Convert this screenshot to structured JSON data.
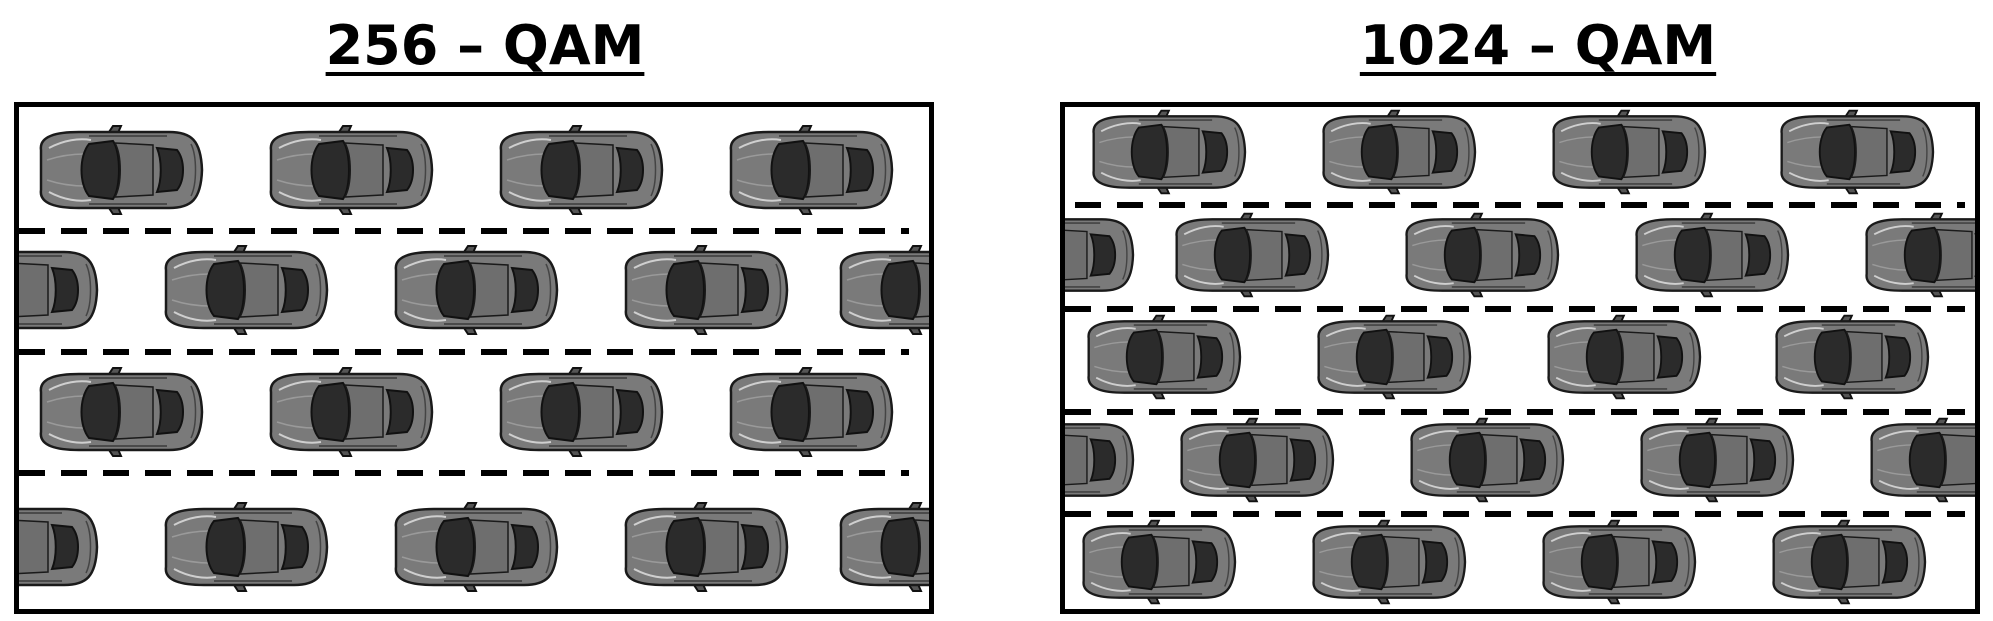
{
  "left_panel": {
    "title": "256 – QAM",
    "lanes": 4,
    "car_icon": "car-top-view-icon",
    "lane_divider": "dashed-lane-line"
  },
  "right_panel": {
    "title": "1024 – QAM",
    "lanes": 5,
    "car_icon": "car-top-view-icon",
    "lane_divider": "dashed-lane-line"
  },
  "colors": {
    "car_body": "#7a7a7a",
    "car_glass": "#2b2b2b",
    "border": "#000000",
    "background": "#ffffff"
  }
}
